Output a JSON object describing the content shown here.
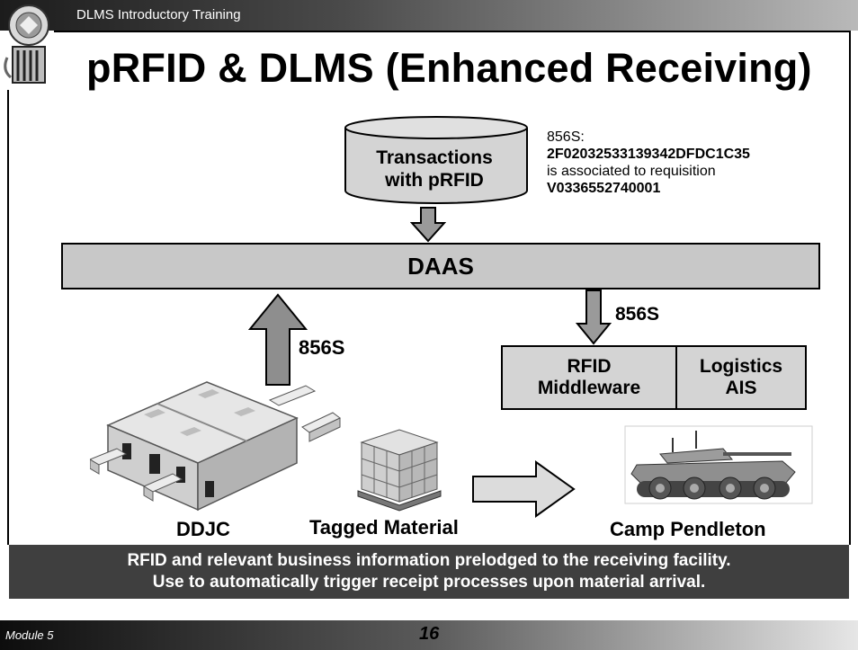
{
  "header": {
    "title": "DLMS Introductory Training"
  },
  "slide": {
    "title": "pRFID & DLMS (Enhanced Receiving)"
  },
  "diagram": {
    "database_line1": "Transactions",
    "database_line2": "with pRFID",
    "note": {
      "line1": "856S:",
      "tag_id": "2F02032533139342DFDC1C35",
      "line3": "is associated to requisition",
      "requisition": "V0336552740001"
    },
    "daas_label": "DAAS",
    "arrow_down_label": "856S",
    "arrow_up_label": "856S",
    "rfid_box_line1": "RFID",
    "rfid_box_line2": "Middleware",
    "logistics_box_line1": "Logistics",
    "logistics_box_line2": "AIS",
    "ddjc_label": "DDJC",
    "material_label": "Tagged Material",
    "destination_label": "Camp Pendleton"
  },
  "callout": {
    "line1": "RFID and relevant business information prelodged to the receiving facility.",
    "line2": "Use to automatically trigger receipt processes upon material arrival."
  },
  "footer": {
    "module": "Module 5",
    "page": "16"
  }
}
